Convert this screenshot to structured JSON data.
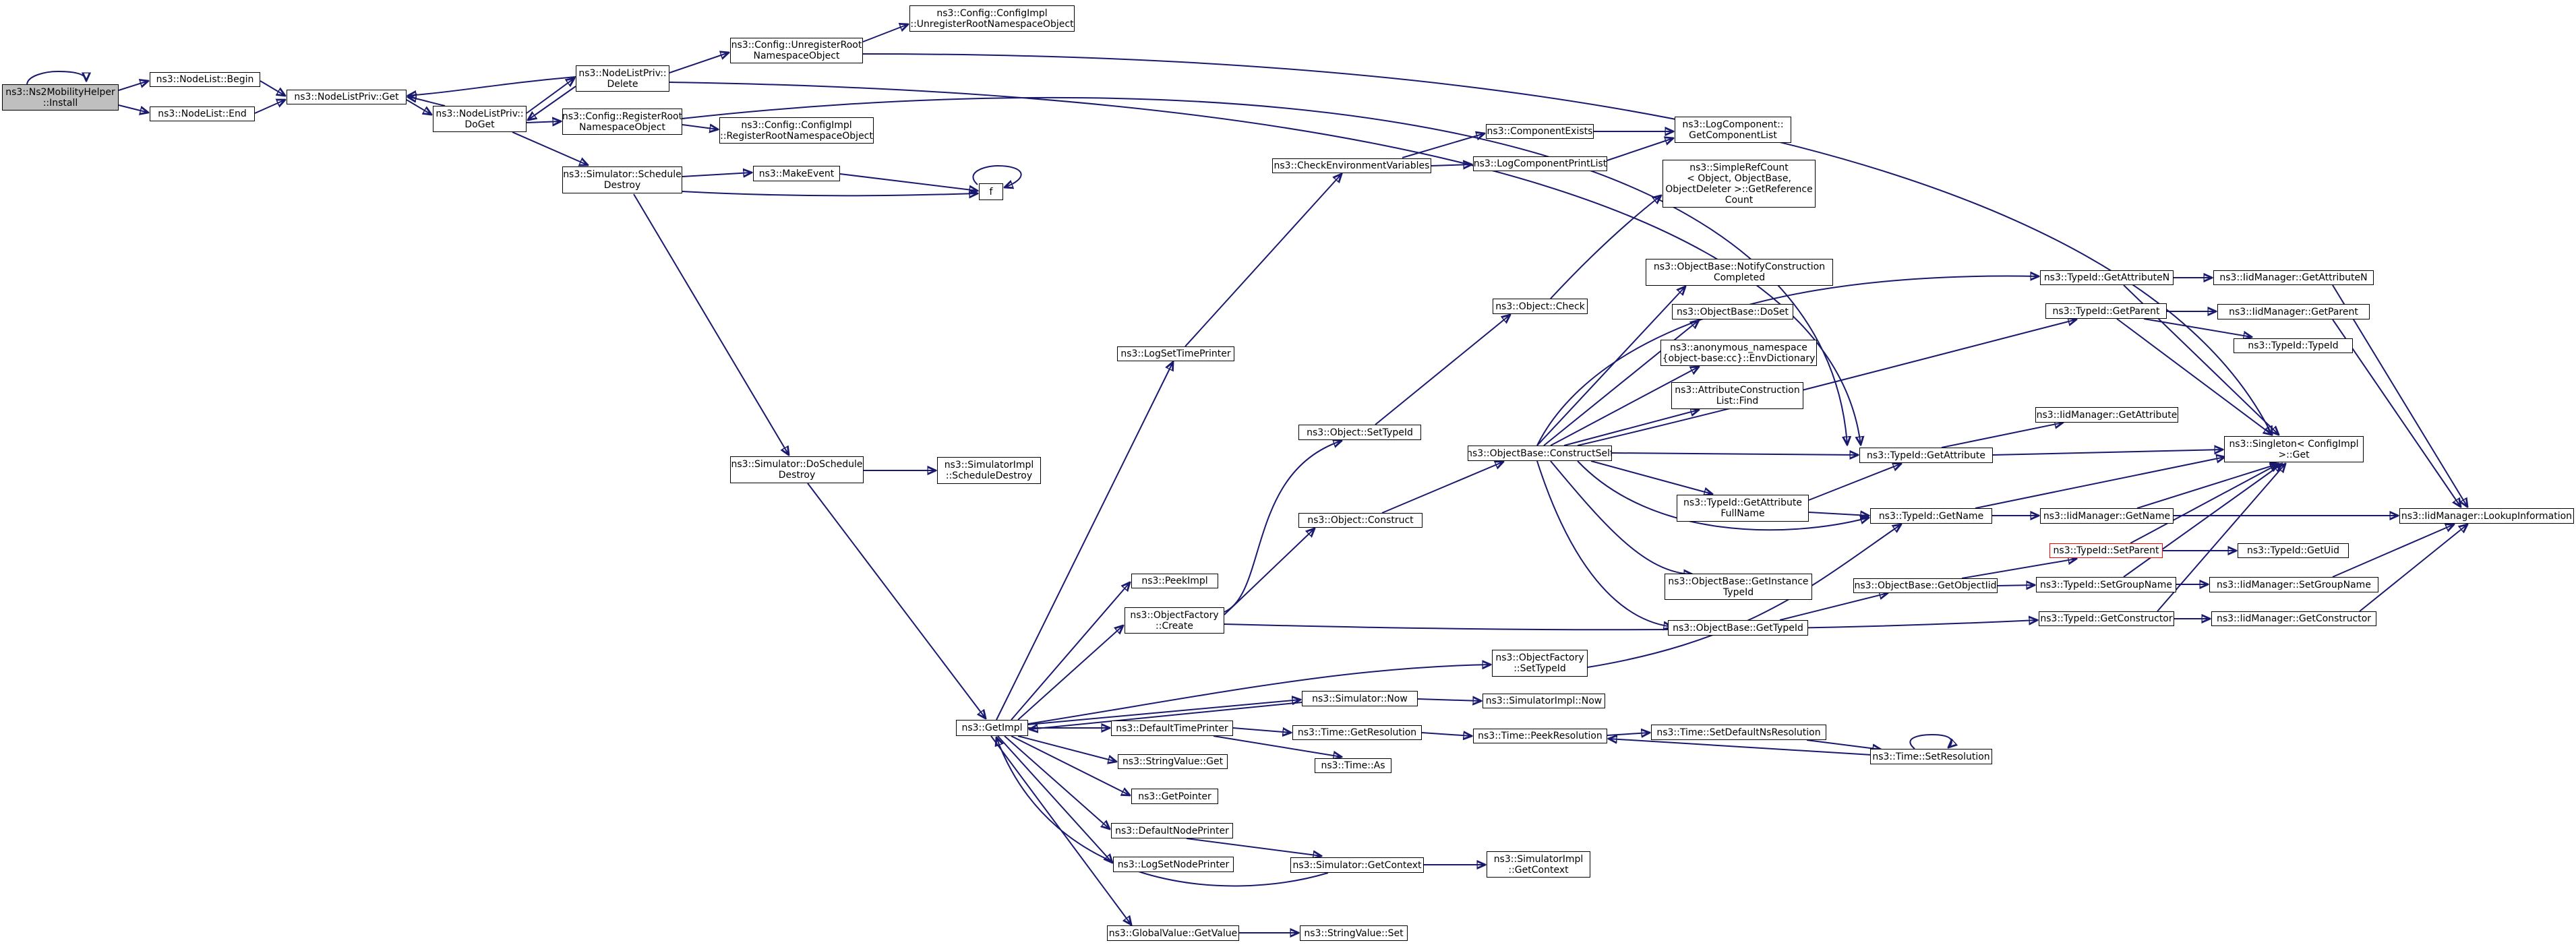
{
  "colors": {
    "edge": "#191970",
    "root_fill": "#bfbfbf",
    "highlight_border": "#ff0000"
  },
  "nodes": {
    "install": "ns3::Ns2MobilityHelper\n::Install",
    "nl_begin": "ns3::NodeList::Begin",
    "nl_end": "ns3::NodeList::End",
    "nlp_get": "ns3::NodeListPriv::Get",
    "nlp_doget": "ns3::NodeListPriv::\nDoGet",
    "nlp_delete": "ns3::NodeListPriv::\nDelete",
    "cfg_unreg": "ns3::Config::UnregisterRoot\nNamespaceObject",
    "cfgimpl_unreg": "ns3::Config::ConfigImpl\n::UnregisterRootNamespaceObject",
    "cfg_reg": "ns3::Config::RegisterRoot\nNamespaceObject",
    "cfgimpl_reg": "ns3::Config::ConfigImpl\n::RegisterRootNamespaceObject",
    "sim_schedule_destroy": "ns3::Simulator::Schedule\nDestroy",
    "make_event": "ns3::MakeEvent",
    "f": "f",
    "sim_doschedule_destroy": "ns3::Simulator::DoSchedule\nDestroy",
    "simimpl_schedule_destroy": "ns3::SimulatorImpl\n::ScheduleDestroy",
    "get_impl": "ns3::GetImpl",
    "log_set_time_printer": "ns3::LogSetTimePrinter",
    "check_env_vars": "ns3::CheckEnvironmentVariables",
    "component_exists": "ns3::ComponentExists",
    "log_component_print_list": "ns3::LogComponentPrintList",
    "log_component_get_list": "ns3::LogComponent::\nGetComponentList",
    "simple_ref_count": "ns3::SimpleRefCount\n< Object, ObjectBase,\nObjectDeleter >::GetReference\nCount",
    "object_check": "ns3::Object::Check",
    "ob_notify_construction": "ns3::ObjectBase::NotifyConstruction\nCompleted",
    "ob_doset": "ns3::ObjectBase::DoSet",
    "anon_env_dictionary": "ns3::anonymous_namespace\n{object-base:cc}::EnvDictionary",
    "attr_construction_list_find": "ns3::AttributeConstruction\nList::Find",
    "object_set_type_id": "ns3::Object::SetTypeId",
    "ob_construct_self": "ns3::ObjectBase::ConstructSelf",
    "object_construct": "ns3::Object::Construct",
    "peek_impl": "ns3::PeekImpl",
    "of_create": "ns3::ObjectFactory\n::Create",
    "of_set_type_id": "ns3::ObjectFactory\n::SetTypeId",
    "sim_now": "ns3::Simulator::Now",
    "simimpl_now": "ns3::SimulatorImpl::Now",
    "default_time_printer": "ns3::DefaultTimePrinter",
    "time_get_resolution": "ns3::Time::GetResolution",
    "time_as": "ns3::Time::As",
    "string_value_get": "ns3::StringValue::Get",
    "get_pointer": "ns3::GetPointer",
    "default_node_printer": "ns3::DefaultNodePrinter",
    "log_set_node_printer": "ns3::LogSetNodePrinter",
    "sim_get_context": "ns3::Simulator::GetContext",
    "simimpl_get_context": "ns3::SimulatorImpl\n::GetContext",
    "global_value_get_value": "ns3::GlobalValue::GetValue",
    "string_value_set": "ns3::StringValue::Set",
    "time_peek_resolution": "ns3::Time::PeekResolution",
    "time_set_default_ns_resolution": "ns3::Time::SetDefaultNsResolution",
    "time_set_resolution": "ns3::Time::SetResolution",
    "tid_get_attribute_n": "ns3::TypeId::GetAttributeN",
    "iid_get_attribute_n": "ns3::IidManager::GetAttributeN",
    "tid_get_parent": "ns3::TypeId::GetParent",
    "iid_get_parent": "ns3::IidManager::GetParent",
    "tid_typeid": "ns3::TypeId::TypeId",
    "iid_get_attribute": "ns3::IidManager::GetAttribute",
    "tid_get_attribute": "ns3::TypeId::GetAttribute",
    "singleton_get": "ns3::Singleton< ConfigImpl\n>::Get",
    "tid_get_attribute_full_name": "ns3::TypeId::GetAttribute\nFullName",
    "tid_get_name": "ns3::TypeId::GetName",
    "iid_get_name": "ns3::IidManager::GetName",
    "iid_lookup_information": "ns3::IidManager::LookupInformation",
    "tid_set_parent": "ns3::TypeId::SetParent",
    "tid_get_uid": "ns3::TypeId::GetUid",
    "ob_get_instance_type_id": "ns3::ObjectBase::GetInstance\nTypeId",
    "ob_get_object_iid": "ns3::ObjectBase::GetObjectIid",
    "tid_set_group_name": "ns3::TypeId::SetGroupName",
    "iid_set_group_name": "ns3::IidManager::SetGroupName",
    "ob_get_type_id": "ns3::ObjectBase::GetTypeId",
    "tid_get_constructor": "ns3::TypeId::GetConstructor",
    "iid_get_constructor": "ns3::IidManager::GetConstructor"
  }
}
